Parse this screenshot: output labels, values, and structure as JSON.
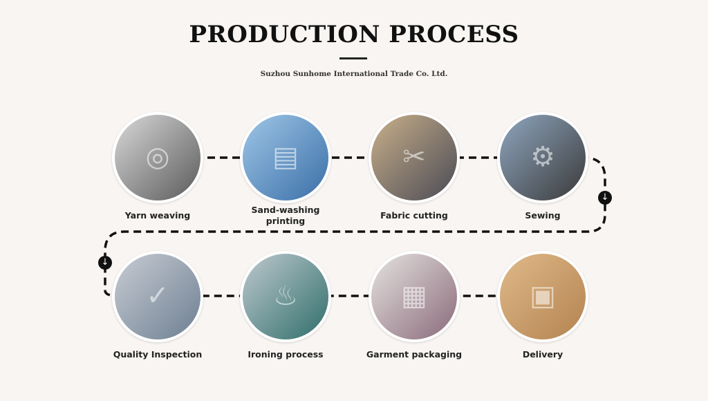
{
  "header": {
    "title": "PRODUCTION PROCESS",
    "subtitle": "Suzhou Sunhome International Trade Co. Ltd."
  },
  "steps": [
    {
      "label": "Yarn weaving",
      "icon": "yarn-spool-icon",
      "colors": [
        "#d9d9d9",
        "#5a5a5a"
      ]
    },
    {
      "label": "Sand-washing printing",
      "icon": "printing-machine-icon",
      "colors": [
        "#9fc6e6",
        "#3a6fa8"
      ]
    },
    {
      "label": "Fabric cutting",
      "icon": "fabric-icon",
      "colors": [
        "#c9b08a",
        "#4a4a55"
      ]
    },
    {
      "label": "Sewing",
      "icon": "sewing-machine-icon",
      "colors": [
        "#8fa6bf",
        "#3a3a3a"
      ]
    },
    {
      "label": "Quality Inspection",
      "icon": "inspection-icon",
      "colors": [
        "#c8ccd3",
        "#6d7f92"
      ]
    },
    {
      "label": "Ironing process",
      "icon": "iron-icon",
      "colors": [
        "#bfc9cf",
        "#2f6e6a"
      ]
    },
    {
      "label": "Garment packaging",
      "icon": "package-icon",
      "colors": [
        "#e5e3e0",
        "#8a6a7a"
      ]
    },
    {
      "label": "Delivery",
      "icon": "box-icon",
      "colors": [
        "#e0b98a",
        "#b3834f"
      ]
    }
  ]
}
